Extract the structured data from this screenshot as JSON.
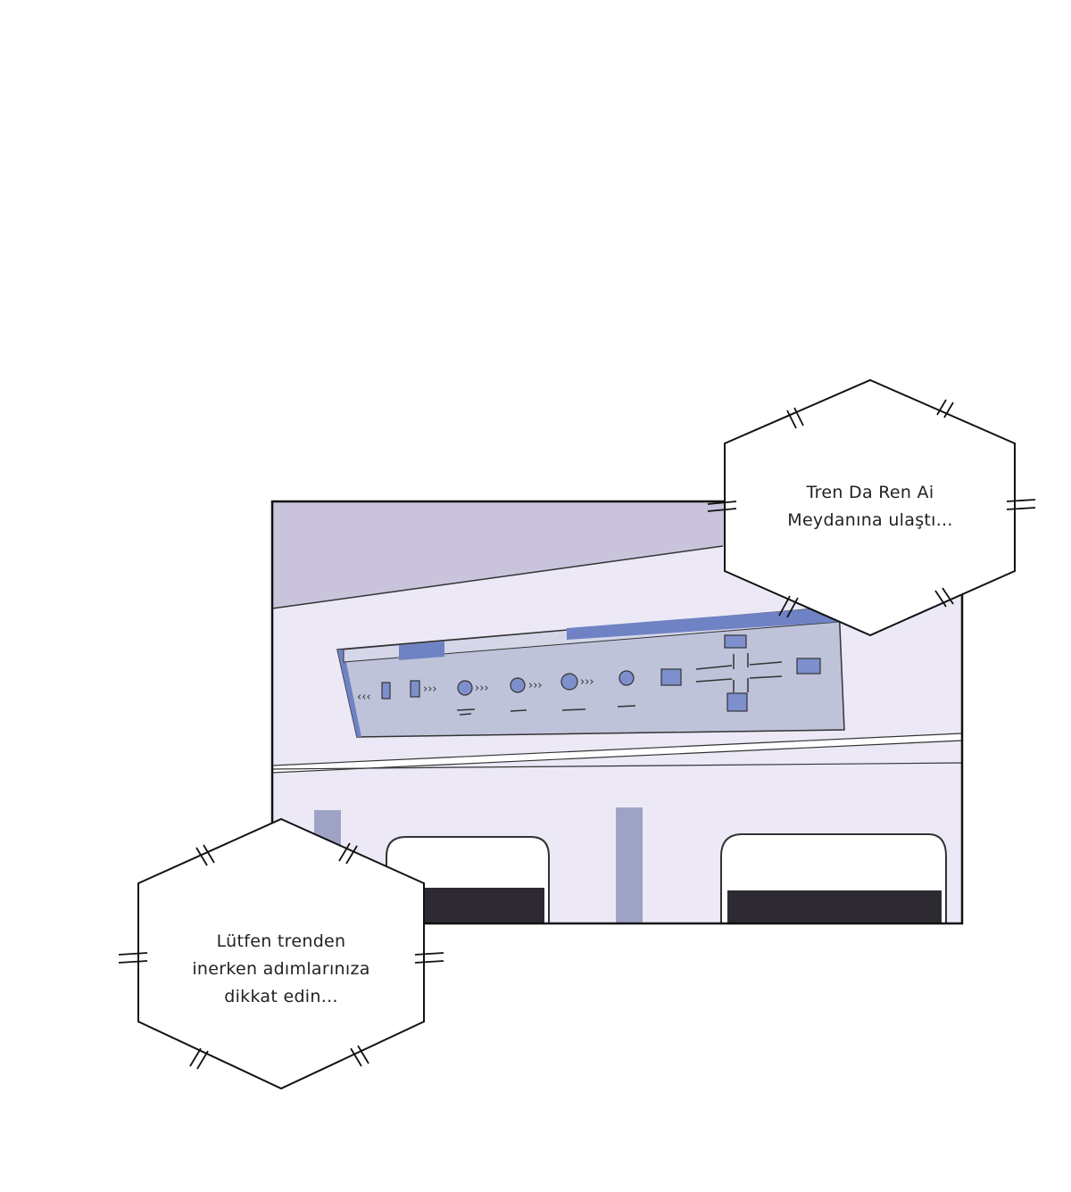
{
  "bubbles": {
    "top_right": {
      "line1": "Tren Da Ren Ai",
      "line2": "Meydanına ulaştı..."
    },
    "bottom_left": {
      "line1": "Lütfen trenden",
      "line2": "inerken adımlarınıza",
      "line3": "dikkat edin..."
    }
  },
  "colors": {
    "ceiling": "#c9c3dc",
    "wall": "#ece8f6",
    "display": "#bfc3da",
    "accent": "#6f82c4",
    "ink": "#1a1a1a"
  }
}
